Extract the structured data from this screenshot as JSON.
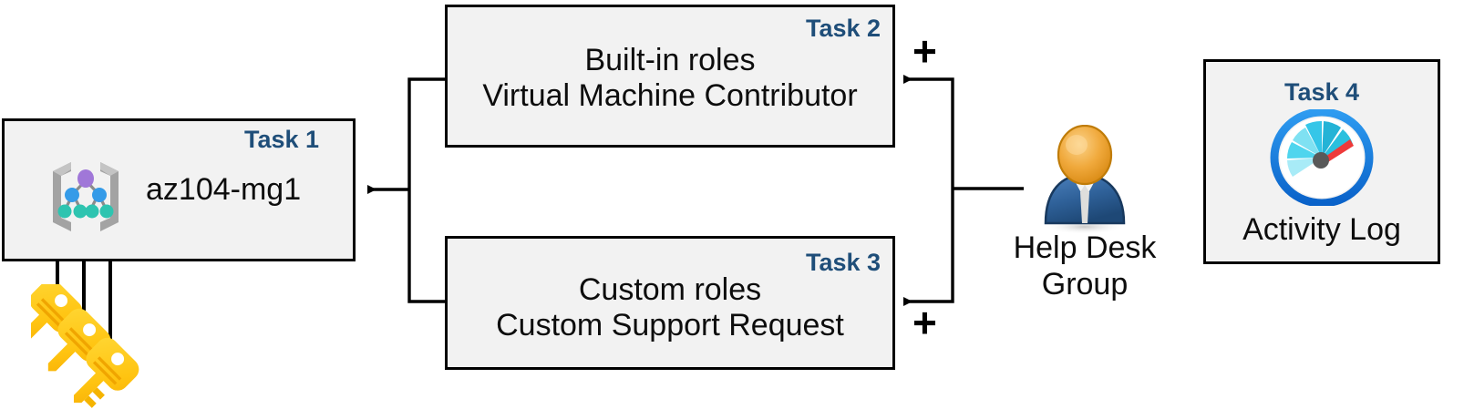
{
  "diagram": {
    "title": "Azure RBAC task diagram",
    "accent_color": "#1F4E79",
    "box_fill": "#F2F2F2",
    "box_border": "#000000",
    "connector_color": "#000000"
  },
  "boxes": [
    {
      "id": "task1",
      "label": "Task 1",
      "line1": "az104-mg1",
      "line2": "",
      "icon": "management-group-icon"
    },
    {
      "id": "task2",
      "label": "Task 2",
      "line1": "Built-in roles",
      "line2": "Virtual Machine Contributor",
      "icon": ""
    },
    {
      "id": "task3",
      "label": "Task 3",
      "line1": "Custom roles",
      "line2": "Custom Support Request",
      "icon": ""
    },
    {
      "id": "task4",
      "label": "Task 4",
      "line1": "Activity Log",
      "line2": "",
      "icon": "activity-log-gauge-icon"
    }
  ],
  "persona": {
    "label_line1": "Help Desk",
    "label_line2": "Group",
    "icon": "user-group-icon"
  },
  "keys": {
    "icon": "keys-icon",
    "count": 3
  },
  "plus_signs": {
    "task2_plus": "+",
    "task3_plus": "+"
  }
}
